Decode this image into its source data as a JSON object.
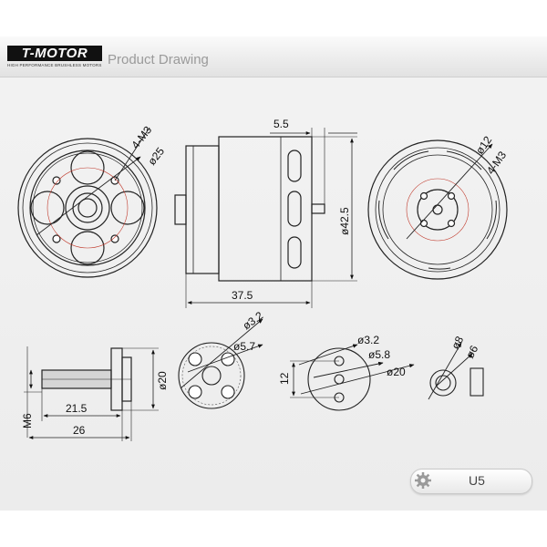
{
  "header": {
    "logo_text": "T-MOTOR",
    "logo_tagline": "HIGH PERFORMANCE BRUSHLESS MOTORS",
    "title": "Product Drawing"
  },
  "dimensions": {
    "front_holes": "4-M3",
    "front_circle": "ø25",
    "side_shaft_len": "5.5",
    "side_diameter": "ø42.5",
    "side_length": "37.5",
    "rear_circle": "ø12",
    "rear_holes": "4-M3",
    "shaft_dia": "ø20",
    "shaft_thread": "M6",
    "shaft_len1": "21.5",
    "shaft_len2": "26",
    "adapter_hole": "ø3.2",
    "adapter_circle": "ø5.7",
    "mount_hole": "ø3.2",
    "mount_circle": "ø5.8",
    "mount_dia": "ø20",
    "mount_spacing": "12",
    "ring_outer": "ø8",
    "ring_inner": "ø6"
  },
  "footer": {
    "model": "U5",
    "icon": "gear-icon"
  },
  "colors": {
    "line": "#222222",
    "center_line": "#c0392b",
    "title_gray": "#9a9a9a"
  }
}
